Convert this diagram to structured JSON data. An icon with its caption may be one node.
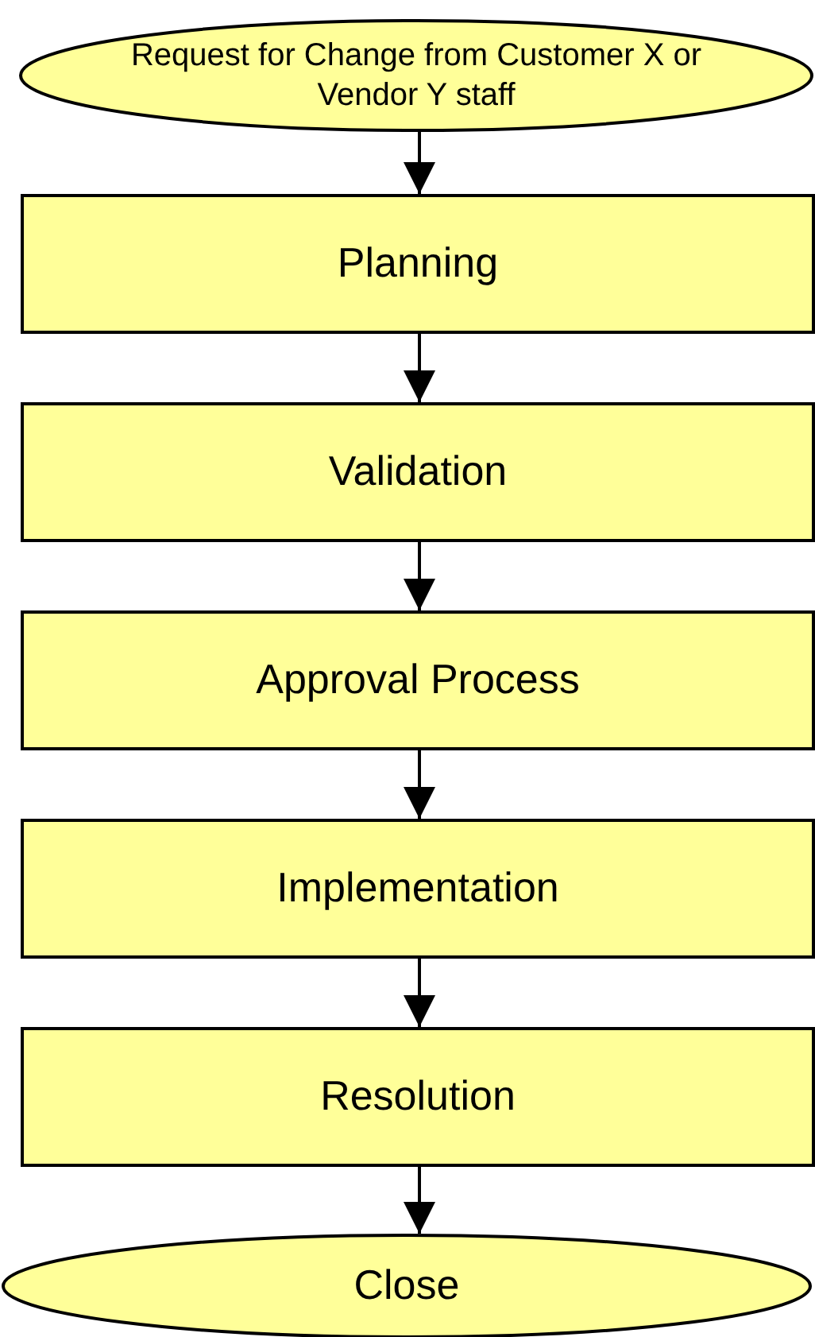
{
  "diagram": {
    "nodes": [
      {
        "text": [
          "Request for Change from Customer X or Vendor Y staff"
        ]
      },
      {
        "text": [
          "Planning"
        ]
      },
      {
        "text": [
          "Validation"
        ]
      },
      {
        "text": [
          "Approval Process"
        ]
      },
      {
        "text": [
          "Implementation"
        ]
      },
      {
        "text": [
          "Resolution"
        ]
      },
      {
        "text": [
          "Close"
        ]
      }
    ],
    "edges": [
      {
        "from": 0,
        "to": 1,
        "arrow": "to"
      },
      {
        "from": 1,
        "to": 2,
        "arrow": "to"
      },
      {
        "from": 2,
        "to": 3,
        "arrow": "to"
      },
      {
        "from": 3,
        "to": 4,
        "arrow": "to"
      },
      {
        "from": 4,
        "to": 5,
        "arrow": "to"
      },
      {
        "from": 5,
        "to": 6,
        "arrow": "to"
      }
    ]
  }
}
